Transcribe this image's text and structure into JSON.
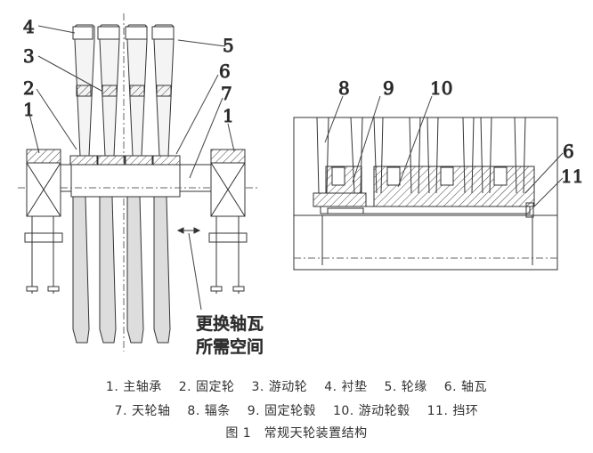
{
  "left_view": {
    "callouts": [
      "4",
      "3",
      "2",
      "1",
      "5",
      "6",
      "7",
      "1"
    ],
    "annotation_line1": "更换轴瓦",
    "annotation_line2": "所需空间"
  },
  "right_view": {
    "callouts": [
      "8",
      "9",
      "10",
      "6",
      "11"
    ]
  },
  "legend": {
    "line1": [
      "1. 主轴承",
      "2. 固定轮",
      "3. 游动轮",
      "4. 衬垫",
      "5. 轮缘",
      "6. 轴瓦"
    ],
    "line2": [
      "7. 天轮轴",
      "8. 辐条",
      "9. 固定轮毂",
      "10. 游动轮毂",
      "11. 挡环"
    ]
  },
  "figure_title": "图 1　常规天轮装置结构"
}
